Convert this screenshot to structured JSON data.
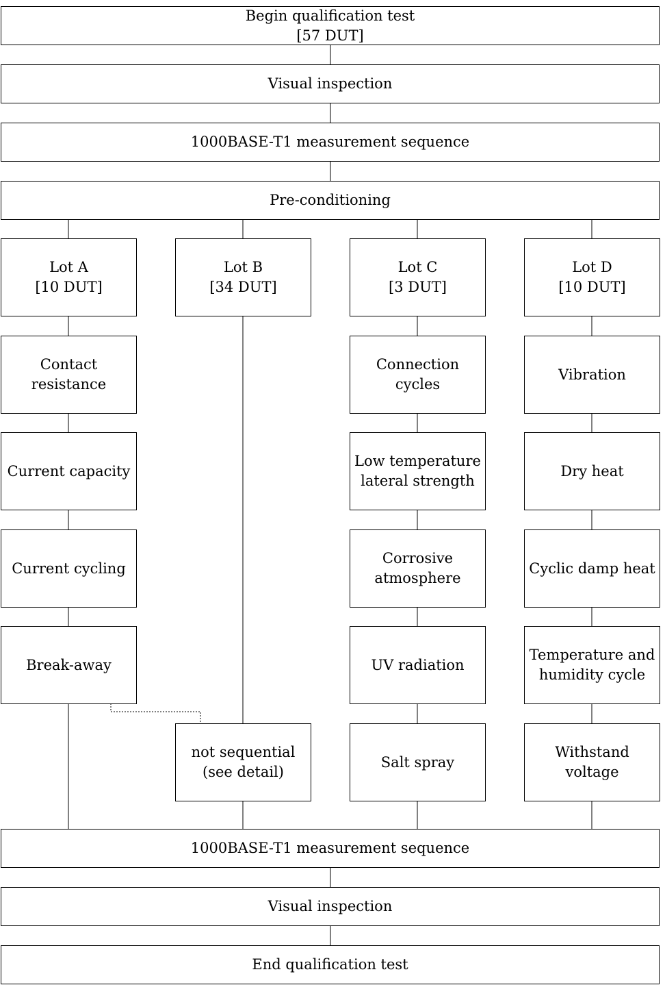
{
  "top_flow": {
    "begin": {
      "line1": "Begin qualification test",
      "line2": "[57 DUT]"
    },
    "visual_inspection": "Visual inspection",
    "measurement": "1000BASE-T1 measurement sequence",
    "preconditioning": "Pre-conditioning"
  },
  "lots": {
    "a": {
      "name": "Lot A",
      "count": "[10 DUT]",
      "steps": [
        {
          "line1": "Contact",
          "line2": "resistance"
        },
        {
          "line1": "Current capacity",
          "line2": ""
        },
        {
          "line1": "Current cycling",
          "line2": ""
        },
        {
          "line1": "Break-away",
          "line2": ""
        }
      ]
    },
    "b": {
      "name": "Lot B",
      "count": "[34 DUT]",
      "steps": [
        {
          "line1": "not sequential",
          "line2": "(see detail)"
        }
      ]
    },
    "c": {
      "name": "Lot C",
      "count": "[3 DUT]",
      "steps": [
        {
          "line1": "Connection",
          "line2": "cycles"
        },
        {
          "line1": "Low temperature",
          "line2": "lateral strength"
        },
        {
          "line1": "Corrosive",
          "line2": "atmosphere"
        },
        {
          "line1": "UV radiation",
          "line2": ""
        },
        {
          "line1": "Salt spray",
          "line2": ""
        }
      ]
    },
    "d": {
      "name": "Lot D",
      "count": "[10 DUT]",
      "steps": [
        {
          "line1": "Vibration",
          "line2": ""
        },
        {
          "line1": "Dry heat",
          "line2": ""
        },
        {
          "line1": "Cyclic damp heat",
          "line2": ""
        },
        {
          "line1": "Temperature and",
          "line2": "humidity cycle"
        },
        {
          "line1": "Withstand",
          "line2": "voltage"
        }
      ]
    }
  },
  "bottom_flow": {
    "measurement": "1000BASE-T1 measurement sequence",
    "visual_inspection": "Visual inspection",
    "end": "End qualification test"
  }
}
